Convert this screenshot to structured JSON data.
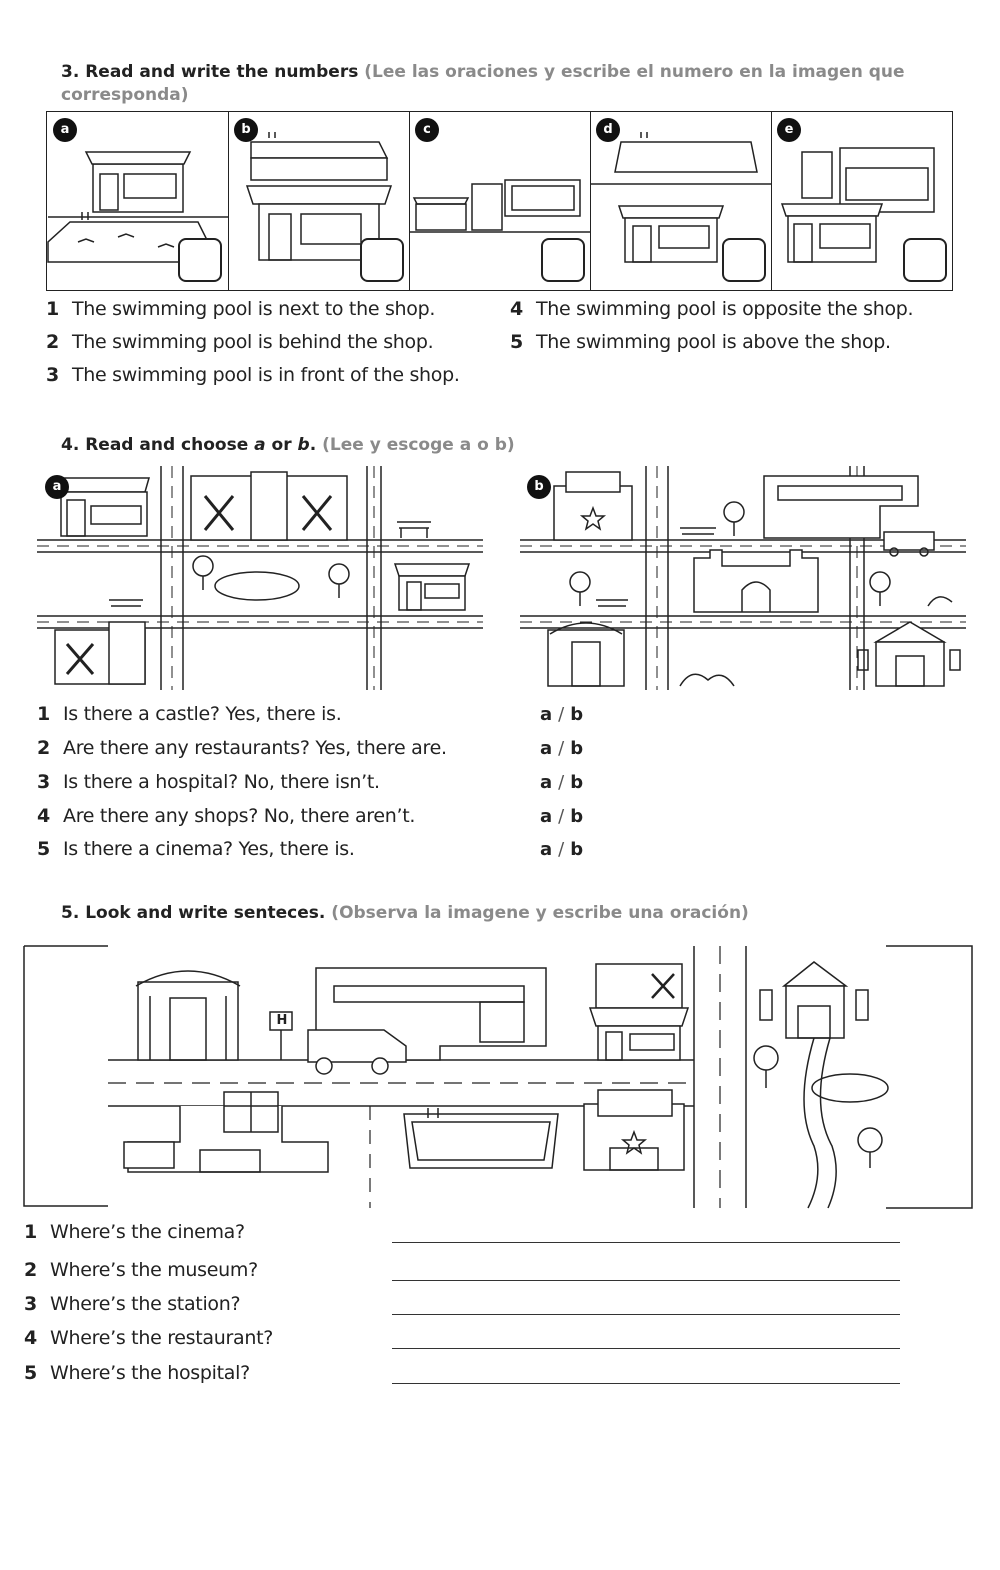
{
  "section3": {
    "title": "3. Read and write the numbers",
    "subtitle": "(Lee las oraciones y escribe el numero en la imagen que corresponda)",
    "panels": [
      {
        "label": "a"
      },
      {
        "label": "b"
      },
      {
        "label": "c"
      },
      {
        "label": "d"
      },
      {
        "label": "e"
      }
    ],
    "sentences": [
      {
        "num": "1",
        "text": "The swimming pool is next to the shop."
      },
      {
        "num": "2",
        "text": "The swimming pool is behind the shop."
      },
      {
        "num": "3",
        "text": "The swimming pool is in front of the shop."
      },
      {
        "num": "4",
        "text": "The swimming pool is opposite the shop."
      },
      {
        "num": "5",
        "text": "The swimming pool is above the shop."
      }
    ]
  },
  "section4": {
    "title_prefix": "4. Read and choose ",
    "title_a": "a",
    "title_or": " or ",
    "title_b": "b",
    "title_end": ".",
    "subtitle": "(Lee y escoge a o b)",
    "map_labels": {
      "a": "a",
      "b": "b"
    },
    "questions": [
      {
        "num": "1",
        "text": "Is there a castle? Yes, there is."
      },
      {
        "num": "2",
        "text": "Are there any restaurants? Yes, there are."
      },
      {
        "num": "3",
        "text": "Is there a hospital? No, there isn’t."
      },
      {
        "num": "4",
        "text": "Are there any shops? No, there aren’t."
      },
      {
        "num": "5",
        "text": "Is there a cinema? Yes, there is."
      }
    ],
    "choice_a": "a",
    "choice_sep": "/",
    "choice_b": "b"
  },
  "section5": {
    "title": "5. Look and write senteces.",
    "subtitle": "(Observa la imagene y escribe una oración)",
    "hospital_sign": "H",
    "questions": [
      {
        "num": "1",
        "text": "Where’s the cinema?"
      },
      {
        "num": "2",
        "text": "Where’s the museum?"
      },
      {
        "num": "3",
        "text": "Where’s the station?"
      },
      {
        "num": "4",
        "text": "Where’s the restaurant?"
      },
      {
        "num": "5",
        "text": "Where’s the hospital?"
      }
    ]
  }
}
